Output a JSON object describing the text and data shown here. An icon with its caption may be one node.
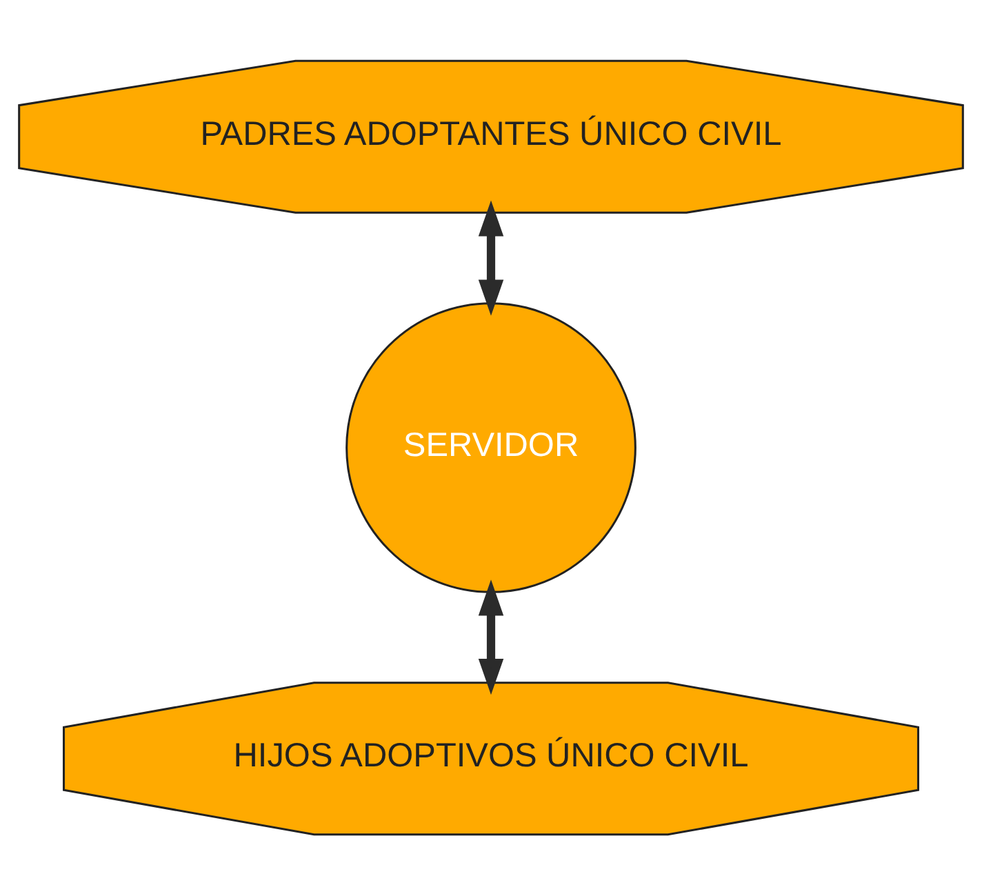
{
  "diagram": {
    "nodes": [
      {
        "text": [
          "PADRES ADOPTANTES ÚNICO CIVIL"
        ]
      },
      {
        "text": [
          "SERVIDOR"
        ]
      },
      {
        "text": [
          "HIJOS ADOPTIVOS ÚNICO CIVIL"
        ]
      }
    ],
    "edges": [
      {
        "from": 0,
        "to": 1,
        "arrow": "both"
      },
      {
        "from": 1,
        "to": 2,
        "arrow": "both"
      }
    ]
  }
}
